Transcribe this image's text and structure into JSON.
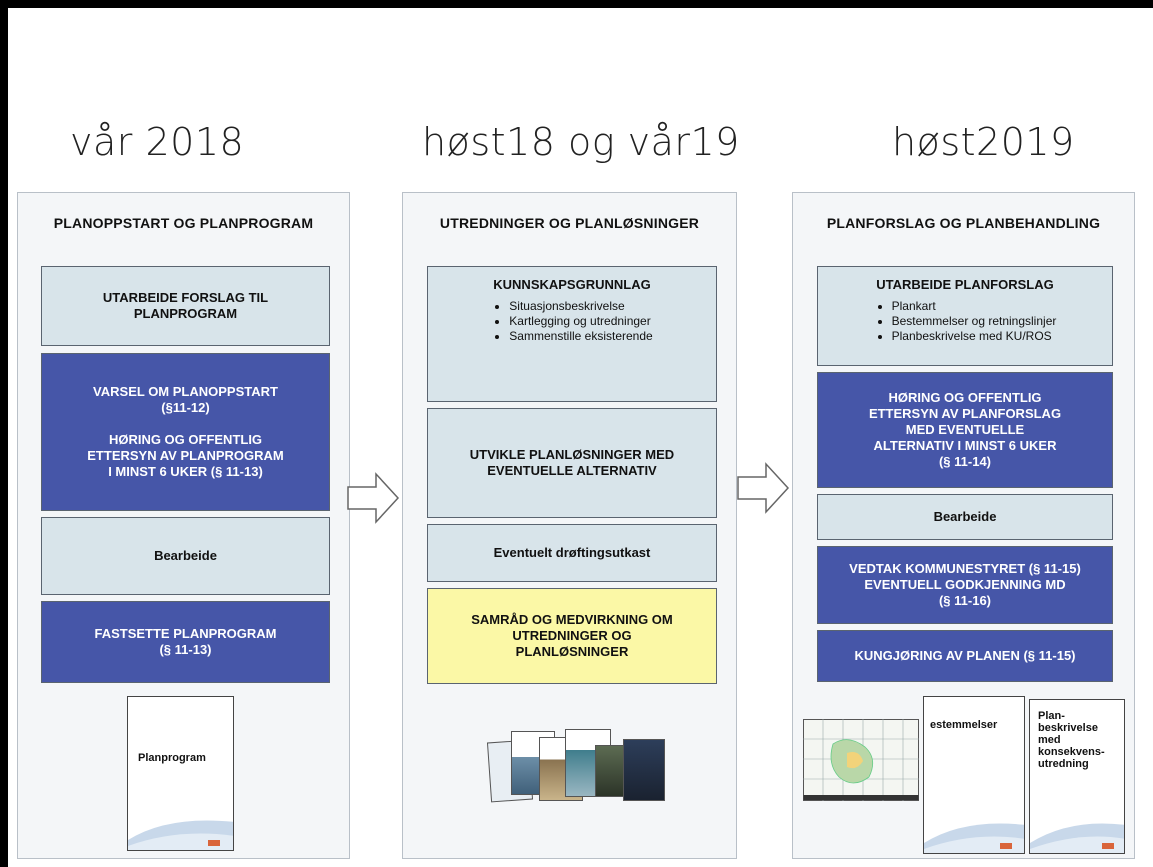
{
  "seasons": [
    "vår 2018",
    "høst18 og vår19",
    "høst2019"
  ],
  "panels": [
    {
      "title": "PLANOPPSTART OG PLANPROGRAM",
      "boxes": [
        {
          "lines": [
            "UTARBEIDE FORSLAG TIL",
            "PLANPROGRAM"
          ]
        },
        {
          "lines": [
            "VARSEL OM PLANOPPSTART",
            "(§11-12)"
          ],
          "lines2": [
            "HØRING OG OFFENTLIG",
            "ETTERSYN AV PLANPROGRAM",
            "I MINST 6 UKER (§ 11-13)"
          ]
        },
        {
          "lines": [
            "Bearbeide"
          ]
        },
        {
          "lines": [
            "FASTSETTE PLANPROGRAM",
            "(§ 11-13)"
          ]
        }
      ],
      "doc_label": "Planprogram"
    },
    {
      "title": "UTREDNINGER OG PLANLØSNINGER",
      "boxes": [
        {
          "heading": "KUNNSKAPSGRUNNLAG",
          "bullets": [
            "Situasjonsbeskrivelse",
            "Kartlegging og utredninger",
            "Sammenstille eksisterende"
          ]
        },
        {
          "lines": [
            "UTVIKLE PLANLØSNINGER MED",
            "EVENTUELLE ALTERNATIV"
          ]
        },
        {
          "lines": [
            "Eventuelt drøftingsutkast"
          ]
        },
        {
          "lines": [
            "SAMRÅD OG MEDVIRKNING OM",
            "UTREDNINGER OG",
            "PLANLØSNINGER"
          ]
        }
      ]
    },
    {
      "title": "PLANFORSLAG OG PLANBEHANDLING",
      "boxes": [
        {
          "heading": "UTARBEIDE PLANFORSLAG",
          "bullets": [
            "Plankart",
            "Bestemmelser og retningslinjer",
            "Planbeskrivelse med KU/ROS"
          ]
        },
        {
          "lines": [
            "HØRING OG OFFENTLIG",
            "ETTERSYN AV PLANFORSLAG",
            "MED EVENTUELLE",
            "ALTERNATIV I MINST 6 UKER",
            "(§ 11-14)"
          ]
        },
        {
          "lines": [
            "Bearbeide"
          ]
        },
        {
          "lines": [
            "VEDTAK KOMMUNESTYRET (§ 11-15)",
            "EVENTUELL GODKJENNING MD",
            "(§ 11-16)"
          ]
        },
        {
          "lines": [
            "KUNGJØRING AV PLANEN (§ 11-15)"
          ]
        }
      ],
      "doc_label_1": "estemmelser",
      "doc_label_2": [
        "Plan-",
        "beskrivelse",
        "med",
        "konsekvens-",
        "utredning"
      ]
    }
  ]
}
